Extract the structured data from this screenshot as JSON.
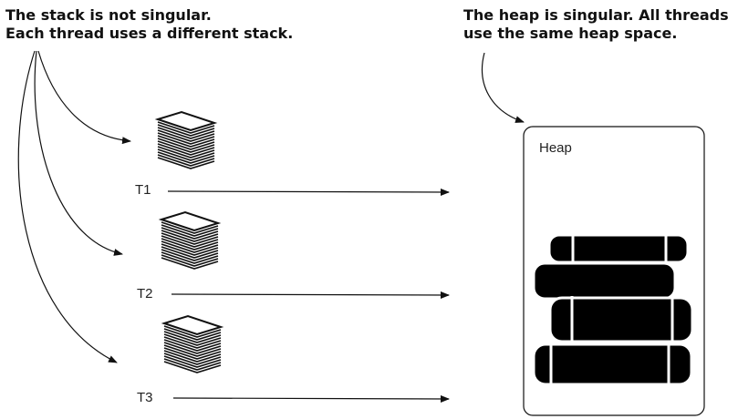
{
  "notes": {
    "stack": [
      "The stack is not singular.",
      "Each thread uses a different stack."
    ],
    "heap": [
      "The heap is singular. All threads",
      "use the same heap space."
    ]
  },
  "threads": [
    {
      "label": "T1"
    },
    {
      "label": "T2"
    },
    {
      "label": "T3"
    }
  ],
  "heap": {
    "title": "Heap"
  },
  "colors": {
    "ink": "#111111",
    "background": "#ffffff"
  },
  "icons": {
    "stack": "stack-of-papers-icon",
    "heap_item": "rounded-bar-shape"
  }
}
